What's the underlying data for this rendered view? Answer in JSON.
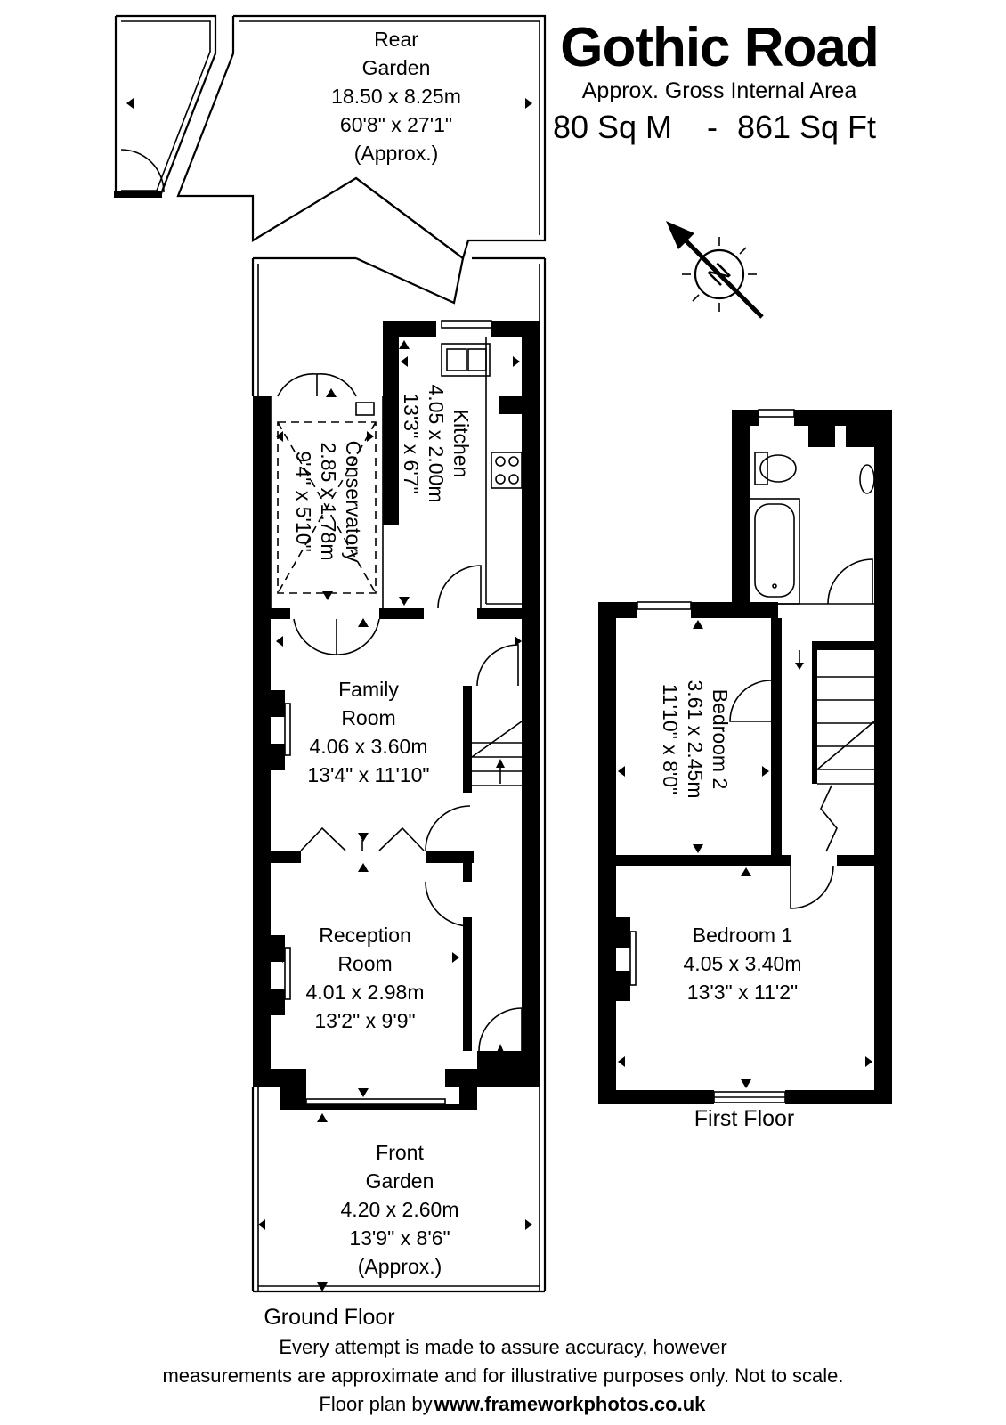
{
  "header": {
    "title": "Gothic Road",
    "subtitle": "Approx. Gross Internal Area",
    "area_sqm": "80 Sq M",
    "separator": "-",
    "area_sqft": "861 Sq Ft"
  },
  "compass": {
    "letter": "N"
  },
  "rooms": {
    "rear_garden": [
      "Rear",
      "Garden",
      "18.50 x 8.25m",
      "60'8\" x 27'1\"",
      "(Approx.)"
    ],
    "kitchen": [
      "Kitchen",
      "4.05 x 2.00m",
      "13'3\" x 6'7\""
    ],
    "conservatory": [
      "Conservatory",
      "2.85 x 1.78m",
      "9'4\" x 5'10\""
    ],
    "family_room": [
      "Family",
      "Room",
      "4.06 x 3.60m",
      "13'4\" x 11'10\""
    ],
    "reception_room": [
      "Reception",
      "Room",
      "4.01 x 2.98m",
      "13'2\" x 9'9\""
    ],
    "front_garden": [
      "Front",
      "Garden",
      "4.20 x 2.60m",
      "13'9\" x 8'6\"",
      "(Approx.)"
    ],
    "bedroom_2": [
      "Bedroom 2",
      "3.61 x 2.45m",
      "11'10\" x 8'0\""
    ],
    "bedroom_1": [
      "Bedroom 1",
      "4.05 x 3.40m",
      "13'3\" x 11'2\""
    ]
  },
  "floors": {
    "ground": "Ground Floor",
    "first": "First Floor"
  },
  "footer": {
    "line1": "Every attempt is made to assure accuracy, however",
    "line2": "measurements are approximate and for illustrative purposes only. Not to scale.",
    "line3_prefix": "Floor plan by",
    "line3_url": "www.frameworkphotos.co.uk"
  }
}
